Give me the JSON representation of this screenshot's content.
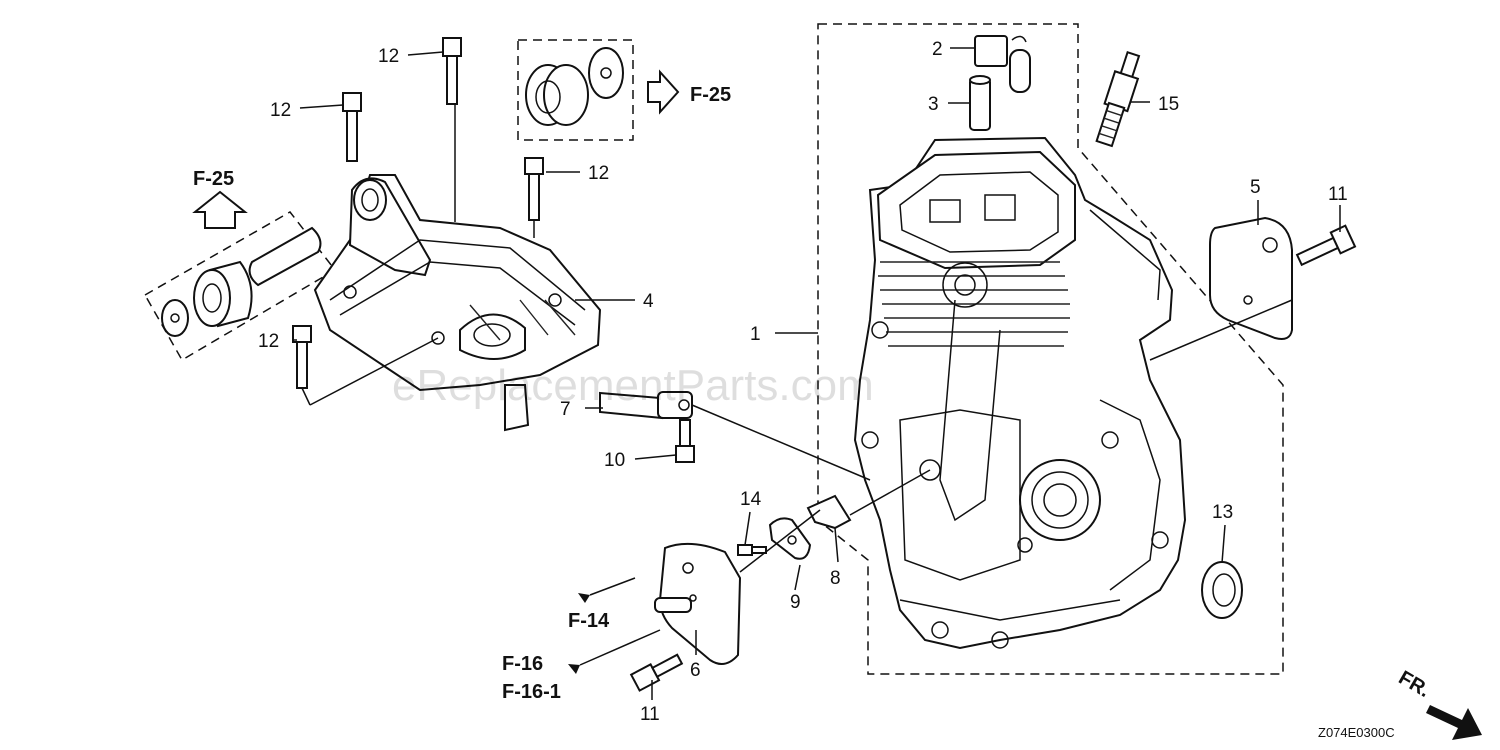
{
  "watermark": "eReplacementParts.com",
  "diagram_code": "Z074E0300C",
  "direction_label": "FR.",
  "ref_labels": {
    "f25_top": "F-25",
    "f25_left": "F-25",
    "f14": "F-14",
    "f16": "F-16",
    "f16_1": "F-16-1"
  },
  "callouts": {
    "c1": "1",
    "c2": "2",
    "c3": "3",
    "c4": "4",
    "c5": "5",
    "c6": "6",
    "c7": "7",
    "c8": "8",
    "c9": "9",
    "c10": "10",
    "c11a": "11",
    "c11b": "11",
    "c12a": "12",
    "c12b": "12",
    "c12c": "12",
    "c12d": "12",
    "c13": "13",
    "c14": "14",
    "c15": "15"
  }
}
